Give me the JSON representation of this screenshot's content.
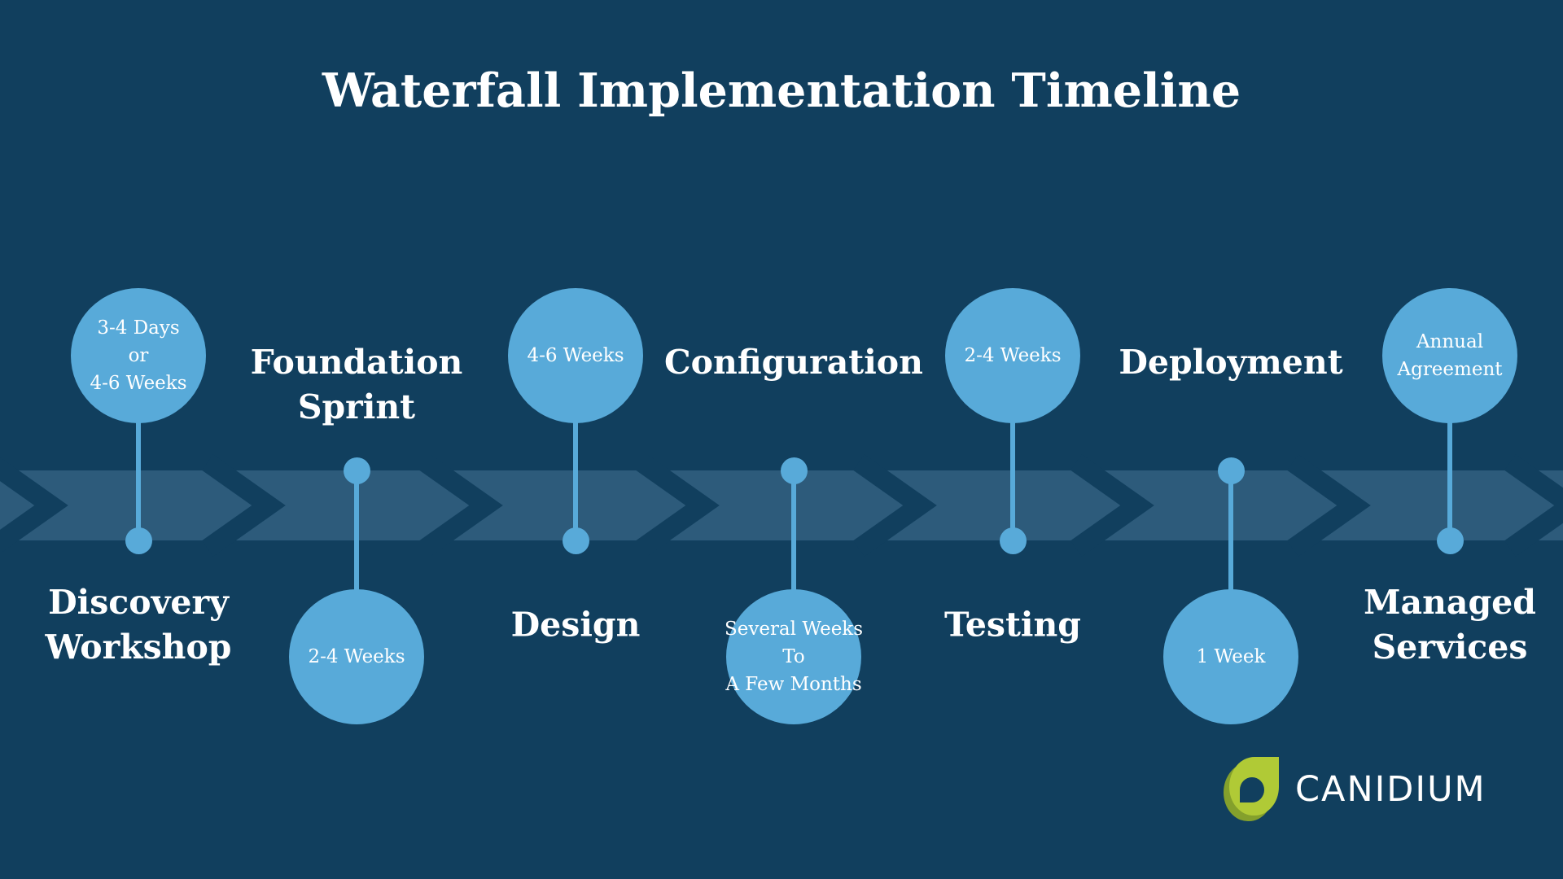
{
  "title": "Waterfall Implementation Timeline",
  "stages": [
    {
      "label": "Discovery Workshop",
      "label_lines": [
        "Discovery",
        "Workshop"
      ],
      "duration_lines": [
        "3-4 Days",
        "or",
        "4-6 Weeks"
      ],
      "circle_position": "above"
    },
    {
      "label": "Foundation Sprint",
      "label_lines": [
        "Foundation",
        "Sprint"
      ],
      "duration_lines": [
        "2-4 Weeks"
      ],
      "circle_position": "below"
    },
    {
      "label": "Design",
      "label_lines": [
        "Design"
      ],
      "duration_lines": [
        "4-6 Weeks"
      ],
      "circle_position": "above"
    },
    {
      "label": "Configuration",
      "label_lines": [
        "Configuration"
      ],
      "duration_lines": [
        "Several Weeks",
        "To",
        "A Few Months"
      ],
      "circle_position": "below"
    },
    {
      "label": "Testing",
      "label_lines": [
        "Testing"
      ],
      "duration_lines": [
        "2-4 Weeks"
      ],
      "circle_position": "above"
    },
    {
      "label": "Deployment",
      "label_lines": [
        "Deployment"
      ],
      "duration_lines": [
        "1 Week"
      ],
      "circle_position": "below"
    },
    {
      "label": "Managed Services",
      "label_lines": [
        "Managed",
        "Services"
      ],
      "duration_lines": [
        "Annual",
        "Agreement"
      ],
      "circle_position": "above"
    }
  ],
  "logo": {
    "text": "CANIDIUM",
    "icon": "teardrop-leaf-icon"
  },
  "colors": {
    "background": "#113f5e",
    "band": "#2d5b7b",
    "accent": "#58aad9",
    "text": "#ffffff",
    "logo_green": "#b0ca36",
    "logo_green_dark": "#84a02c"
  }
}
